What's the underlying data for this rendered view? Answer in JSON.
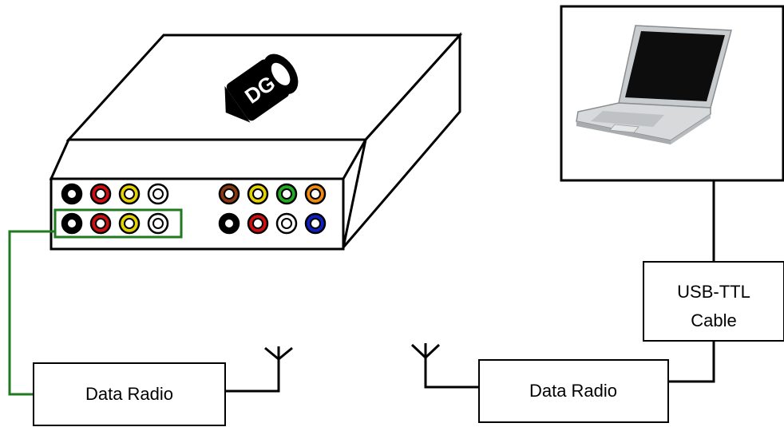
{
  "labels": {
    "radio_left": "Data Radio",
    "radio_right": "Data Radio",
    "usb_line1": "USB-TTL",
    "usb_line2": "Cable"
  },
  "colors": {
    "outline": "#000000",
    "green_link": "#1f7a1f",
    "jack_black": "#000000",
    "jack_red": "#d01010",
    "jack_yellow": "#e6d200",
    "jack_white": "#ffffff",
    "jack_brown": "#8b3a10",
    "jack_green": "#22aa22",
    "jack_orange": "#f08a10",
    "jack_blue": "#1020c0"
  },
  "jacks": {
    "top_left": [
      "black",
      "red",
      "yellow",
      "white"
    ],
    "bottom_left": [
      "black",
      "red",
      "yellow",
      "white"
    ],
    "top_right": [
      "brown",
      "yellow",
      "green",
      "orange"
    ],
    "bottom_right": [
      "black",
      "red",
      "white",
      "blue"
    ]
  },
  "icons": [
    "dvr-box-icon",
    "logo-icon",
    "laptop-icon",
    "antenna-icon"
  ]
}
